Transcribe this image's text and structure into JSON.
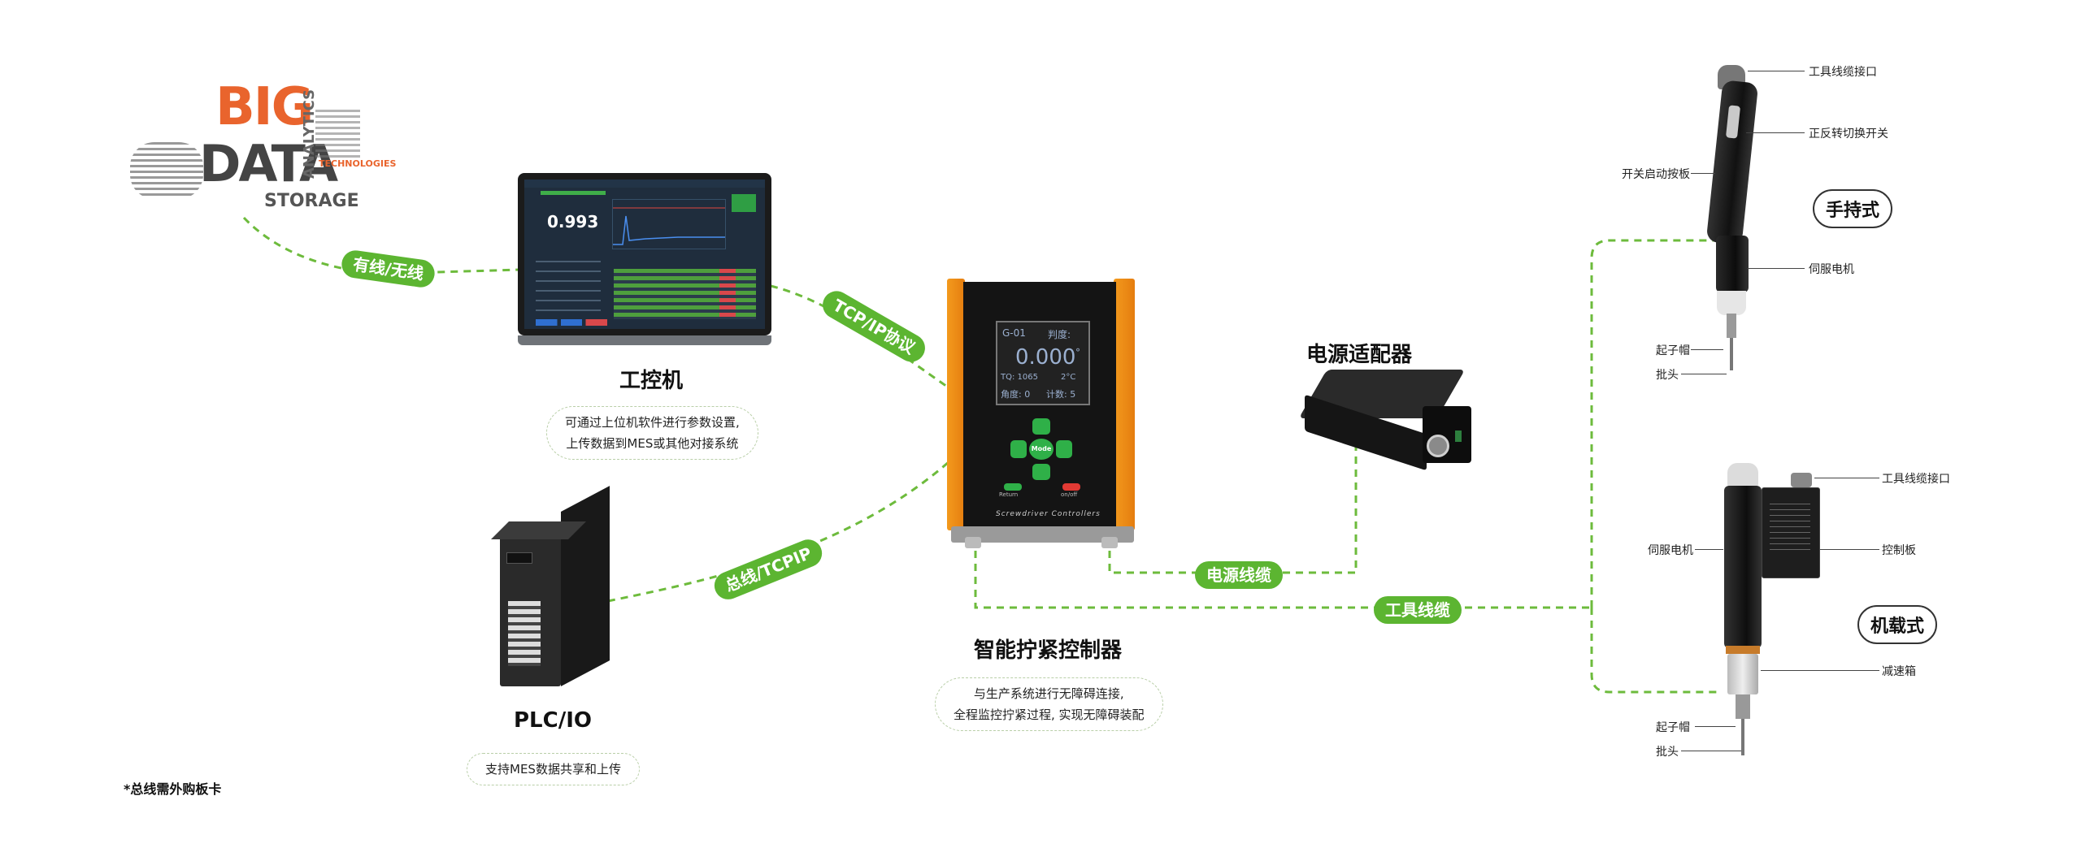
{
  "pills": {
    "wired": "有线/无线",
    "tcp": "TCP/IP协议",
    "bus": "总线/TCPIP",
    "power_cable": "电源线缆",
    "tool_cable": "工具线缆"
  },
  "nodes": {
    "ipc": {
      "title": "工控机",
      "note_line1": "可通过上位机软件进行参数设置,",
      "note_line2": "上传数据到MES或其他对接系统"
    },
    "plc": {
      "title": "PLC/IO",
      "note": "支持MES数据共享和上传"
    },
    "controller": {
      "title": "智能拧紧控制器",
      "note_line1": "与生产系统进行无障碍连接,",
      "note_line2": "全程监控拧紧过程, 实现无障碍装配"
    },
    "adapter": {
      "title": "电源适配器"
    }
  },
  "bigdata": {
    "big": "BIG",
    "data": "DATA",
    "storage": "STORAGE",
    "analytics": "ANALYTICS",
    "technologies": "TECHNOLOGIES"
  },
  "monitor": {
    "value": "0.993"
  },
  "controller_display": {
    "line1_left": "G-01",
    "line1_right": "判度:",
    "value": "0.000",
    "unit": "°",
    "line3_left": "TQ: 1065",
    "line3_right": "2°C",
    "line4_left": "角度: 0",
    "line4_right": "计数: 5",
    "brand": "Screwdriver Controllers",
    "mode_btn": "Mode",
    "return_btn": "Return",
    "onoff_btn": "on/off"
  },
  "handheld": {
    "badge": "手持式",
    "labels": [
      "工具线缆接口",
      "正反转切换开关",
      "开关启动按板",
      "伺服电机",
      "起子帽",
      "批头"
    ]
  },
  "mounted": {
    "badge": "机载式",
    "labels": [
      "工具线缆接口",
      "伺服电机",
      "控制板",
      "减速箱",
      "起子帽",
      "批头"
    ]
  },
  "footnote": "*总线需外购板卡"
}
